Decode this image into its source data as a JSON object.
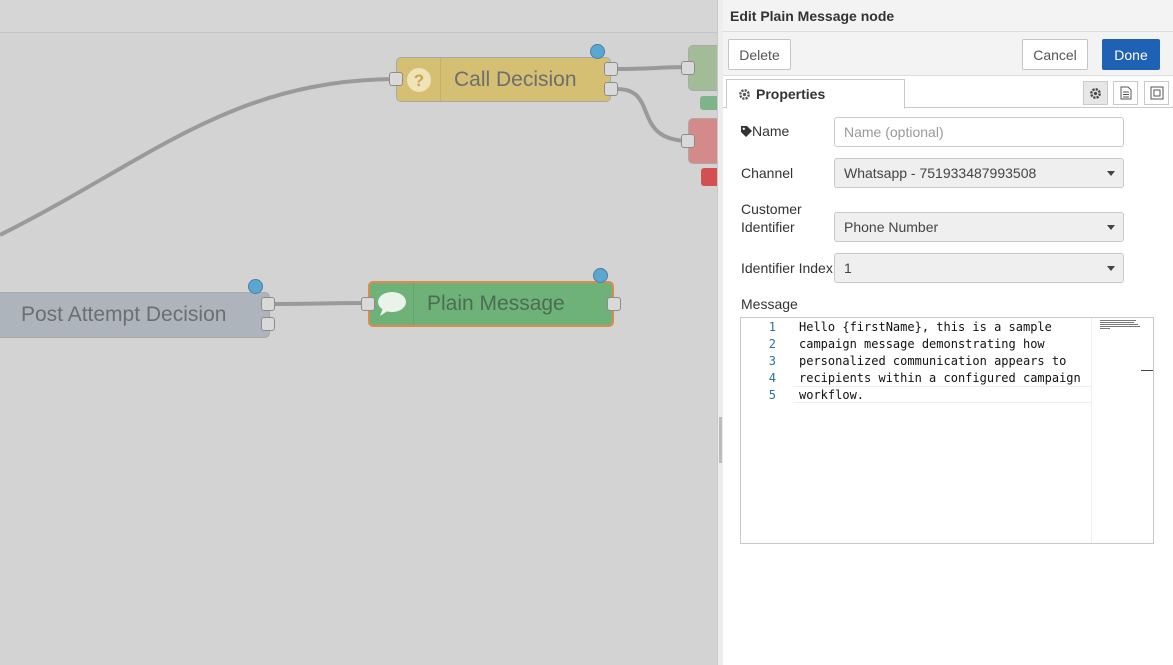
{
  "canvas": {
    "nodes": {
      "call_decision": "Call Decision",
      "plain_message": "Plain Message",
      "post_attempt": "Post Attempt Decision"
    },
    "colors": {
      "call_decision": "#d5bf73",
      "plain_message": "#6eb27a",
      "post_attempt": "#aeb4bc",
      "selected_border": "#df8a4a",
      "status_dot": "#5aa7d1"
    }
  },
  "tray": {
    "title": "Edit Plain Message node",
    "toolbar": {
      "delete_label": "Delete",
      "cancel_label": "Cancel",
      "done_label": "Done"
    },
    "tabs": {
      "properties_label": "Properties",
      "icons": [
        "gear-icon",
        "description-icon",
        "appearance-icon"
      ]
    },
    "form": {
      "name_label": "Name",
      "name_placeholder": "Name (optional)",
      "channel_label": "Channel",
      "channel_value": "Whatsapp - 751933487993508",
      "customer_label_1": "Customer",
      "customer_label_2": "Identifier",
      "customer_value": "Phone Number",
      "index_label": "Identifier Index",
      "index_value": "1",
      "message_label": "Message"
    },
    "editor": {
      "line_numbers": [
        "1",
        "2",
        "3",
        "4",
        "5"
      ],
      "lines": [
        "Hello {firstName}, this is a sample",
        "campaign message demonstrating how",
        "personalized communication appears to",
        "recipients within a configured campaign",
        "workflow."
      ]
    },
    "accent_color": "#1f61b4"
  }
}
